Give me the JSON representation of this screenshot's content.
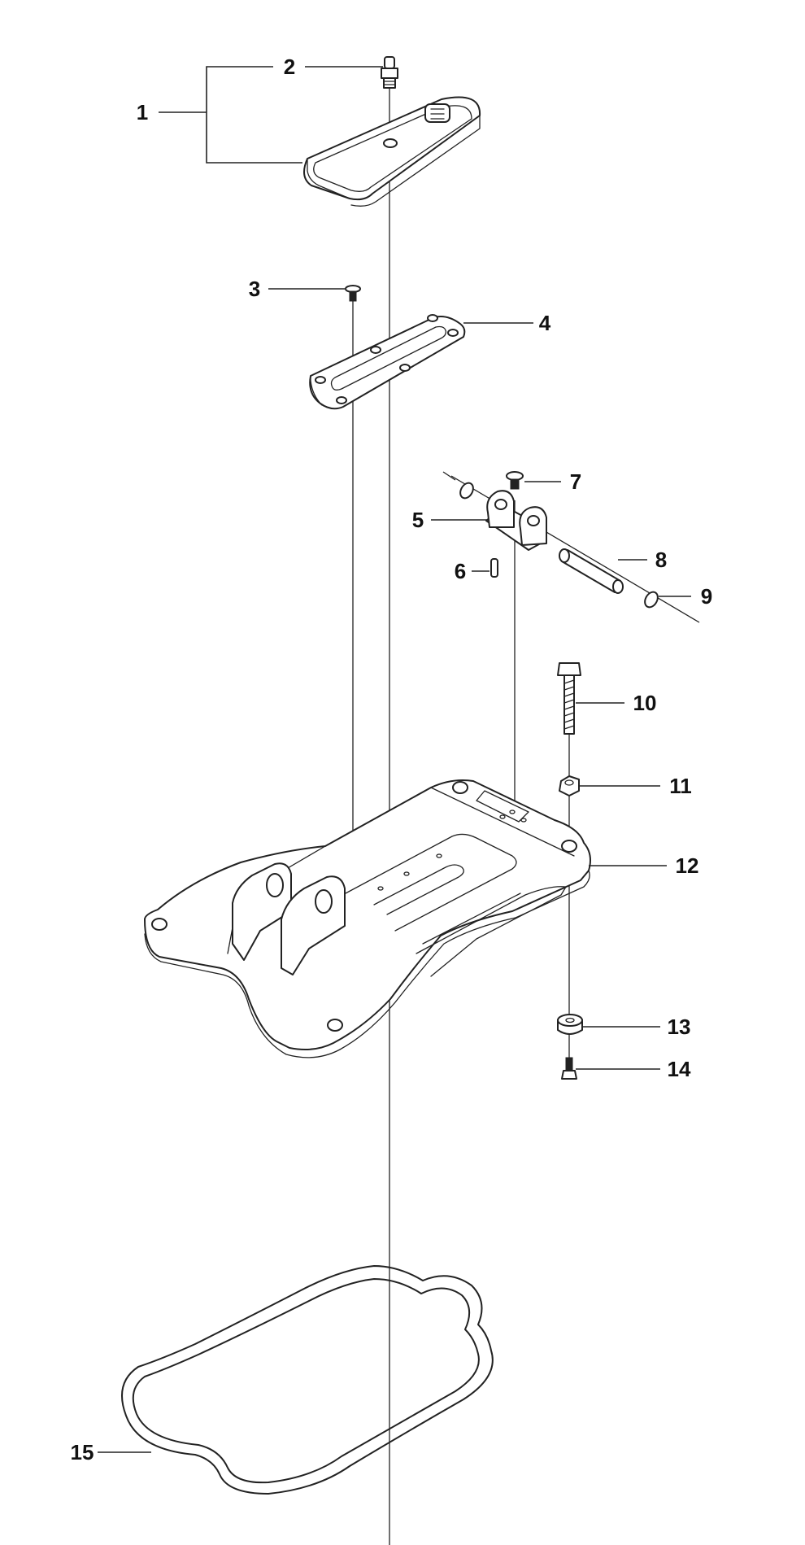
{
  "diagram": {
    "type": "exploded-parts-view",
    "callouts": [
      {
        "id": "1",
        "label": "1"
      },
      {
        "id": "2",
        "label": "2"
      },
      {
        "id": "3",
        "label": "3"
      },
      {
        "id": "4",
        "label": "4"
      },
      {
        "id": "5",
        "label": "5"
      },
      {
        "id": "6",
        "label": "6"
      },
      {
        "id": "7",
        "label": "7"
      },
      {
        "id": "8",
        "label": "8"
      },
      {
        "id": "9",
        "label": "9"
      },
      {
        "id": "10",
        "label": "10"
      },
      {
        "id": "11",
        "label": "11"
      },
      {
        "id": "12",
        "label": "12"
      },
      {
        "id": "13",
        "label": "13"
      },
      {
        "id": "14",
        "label": "14"
      },
      {
        "id": "15",
        "label": "15"
      }
    ]
  }
}
